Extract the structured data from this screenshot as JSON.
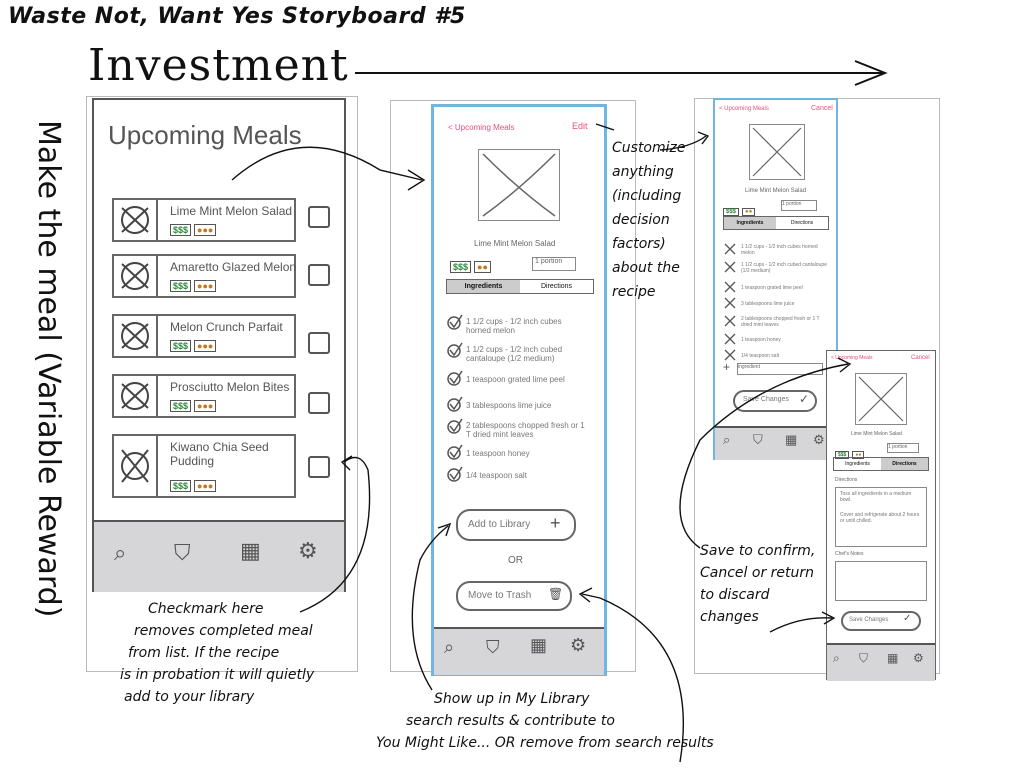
{
  "storyboard": {
    "title": "Waste Not, Want Yes Storyboard #5",
    "stage": "Investment",
    "side_label": "Make the meal (Variable Reward)"
  },
  "screen1": {
    "title": "Upcoming Meals",
    "meals": [
      {
        "name": "Lime Mint Melon Salad",
        "price": "$$$"
      },
      {
        "name": "Amaretto Glazed Melon",
        "price": "$$$"
      },
      {
        "name": "Melon Crunch Parfait",
        "price": "$$$"
      },
      {
        "name": "Prosciutto Melon Bites",
        "price": "$$$"
      },
      {
        "name": "Kiwano Chia Seed Pudding",
        "price": "$$$"
      }
    ]
  },
  "screen2": {
    "back": "< Upcoming Meals",
    "edit": "Edit",
    "recipe": "Lime Mint Melon Salad",
    "portion": "1 portion",
    "tab_ingredients": "Ingredients",
    "tab_directions": "Directions",
    "ingredients": [
      "1 1/2 cups - 1/2 inch cubes horned melon",
      "1 1/2 cups - 1/2 inch cubed cantaloupe (1/2 medium)",
      "1 teaspoon grated lime peel",
      "3 tablespoons lime juice",
      "2 tablespoons chopped fresh or 1 T dried mint leaves",
      "1 teaspoon honey",
      "1/4 teaspoon salt"
    ],
    "add_library": "Add to Library",
    "or": "OR",
    "move_trash": "Move to Trash"
  },
  "screen3": {
    "back": "< Upcoming Meals",
    "cancel": "Cancel",
    "recipe": "Lime Mint Melon Salad",
    "portion": "1 portion",
    "tab_ingredients": "Ingredients",
    "tab_directions": "Directions",
    "ingredients": [
      "1 1/2 cups - 1/2 inch cubes horned melon",
      "1 1/2 cups - 1/2 inch cubed cantaloupe (1/2 medium)",
      "1 teaspoon grated lime peel",
      "3 tablespoons lime juice",
      "2 tablespoons chopped fresh or 1 T dried mint leaves",
      "1 teaspoon honey",
      "1/4 teaspoon salt"
    ],
    "new_ingredient": "ingredient",
    "save": "Save Changes"
  },
  "screen4": {
    "back": "< Upcoming Meals",
    "cancel": "Cancel",
    "recipe": "Lime Mint Melon Salad",
    "portion": "1 portion",
    "tab_ingredients": "Ingredients",
    "tab_directions": "Directions",
    "directions_label": "Directions",
    "directions_1": "Toss all ingredients in a medium bowl.",
    "directions_2": "Cover and refrigerate about 2 hours or until chilled.",
    "notes_label": "Chef's Notes",
    "save": "Save Changes"
  },
  "notes": {
    "customize": [
      "Customize",
      "anything",
      "(including",
      "decision",
      "factors)",
      "about the",
      "recipe"
    ],
    "checkmark": [
      "Checkmark here",
      "removes completed meal",
      "from list. If the recipe",
      "is in probation it will quietly",
      "add to your library"
    ],
    "library": [
      "Show up in My Library",
      "search results & contribute to",
      "You Might Like... OR remove from search results"
    ],
    "save": [
      "Save to confirm,",
      "Cancel or return",
      "to discard",
      "changes"
    ]
  },
  "colors": {
    "accent": "#e8507a",
    "frame": "#6fb6e0",
    "nav": "#d6d6d8"
  }
}
